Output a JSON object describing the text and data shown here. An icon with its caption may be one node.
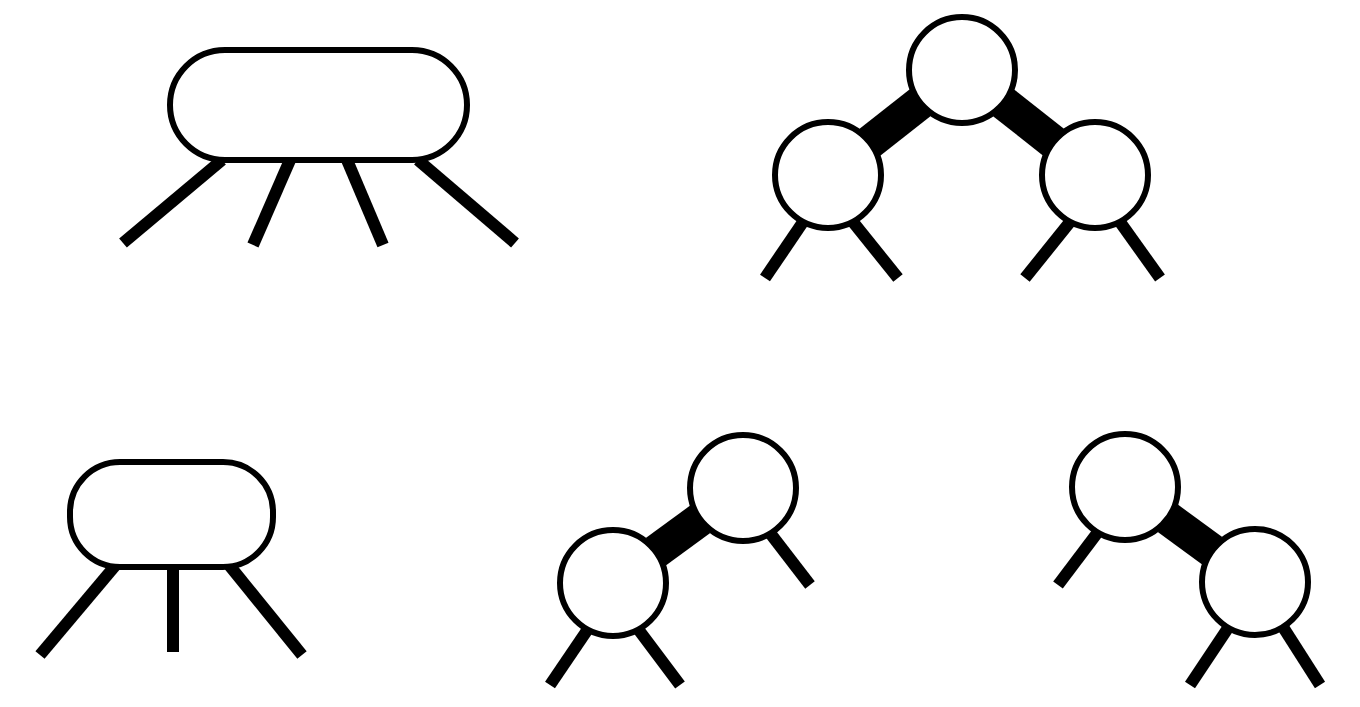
{
  "diagram": {
    "nodes": [
      {
        "text": [],
        "shape": "box"
      },
      {
        "text": [],
        "shape": "circle"
      },
      {
        "text": [],
        "shape": "circle"
      },
      {
        "text": [],
        "shape": "circle"
      },
      {
        "text": [],
        "shape": "box"
      },
      {
        "text": [],
        "shape": "circle"
      },
      {
        "text": [],
        "shape": "circle"
      },
      {
        "text": [],
        "shape": "circle"
      },
      {
        "text": [],
        "shape": "circle"
      }
    ],
    "edges": [
      {
        "from": 0,
        "to": null,
        "arrow": "none"
      },
      {
        "from": 0,
        "to": null,
        "arrow": "none"
      },
      {
        "from": 0,
        "to": null,
        "arrow": "none"
      },
      {
        "from": 0,
        "to": null,
        "arrow": "none"
      },
      {
        "from": 1,
        "to": 2,
        "arrow": "none",
        "style": "thick"
      },
      {
        "from": 1,
        "to": 3,
        "arrow": "none",
        "style": "thick"
      },
      {
        "from": 2,
        "to": null,
        "arrow": "none"
      },
      {
        "from": 2,
        "to": null,
        "arrow": "none"
      },
      {
        "from": 3,
        "to": null,
        "arrow": "none"
      },
      {
        "from": 3,
        "to": null,
        "arrow": "none"
      },
      {
        "from": 4,
        "to": null,
        "arrow": "none"
      },
      {
        "from": 4,
        "to": null,
        "arrow": "none"
      },
      {
        "from": 4,
        "to": null,
        "arrow": "none"
      },
      {
        "from": 5,
        "to": 6,
        "arrow": "none",
        "style": "thick"
      },
      {
        "from": 5,
        "to": null,
        "arrow": "none"
      },
      {
        "from": 6,
        "to": null,
        "arrow": "none"
      },
      {
        "from": 6,
        "to": null,
        "arrow": "none"
      },
      {
        "from": 7,
        "to": 8,
        "arrow": "none",
        "style": "thick"
      },
      {
        "from": 7,
        "to": null,
        "arrow": "none"
      },
      {
        "from": 8,
        "to": null,
        "arrow": "none"
      },
      {
        "from": 8,
        "to": null,
        "arrow": "none"
      }
    ]
  }
}
